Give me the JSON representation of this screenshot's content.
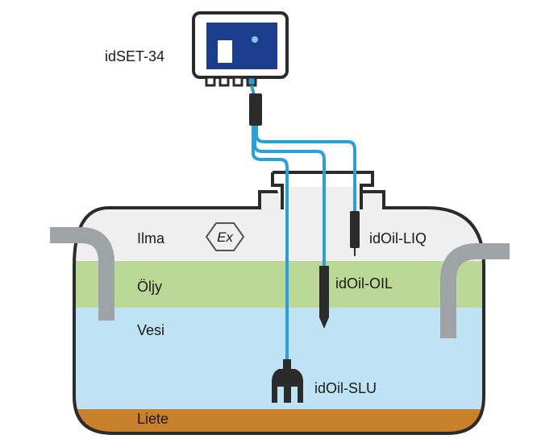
{
  "device_label": "idSET-34",
  "layer_labels": {
    "air": "Ilma",
    "oil": "Öljy",
    "water": "Vesi",
    "sludge": "Liete"
  },
  "sensor_labels": {
    "liq": "idOil-LIQ",
    "oil": "idOil-OIL",
    "slu": "idOil-SLU"
  },
  "ex_symbol": "Ex",
  "colors": {
    "air": "#efefef",
    "oil": "#bcd896",
    "water": "#bde3f4",
    "sludge": "#c9802a",
    "pipe": "#9ea3a6",
    "cable": "#2b9fd8",
    "device_screen": "#1b3d8c",
    "outline": "#2b2b2b"
  }
}
